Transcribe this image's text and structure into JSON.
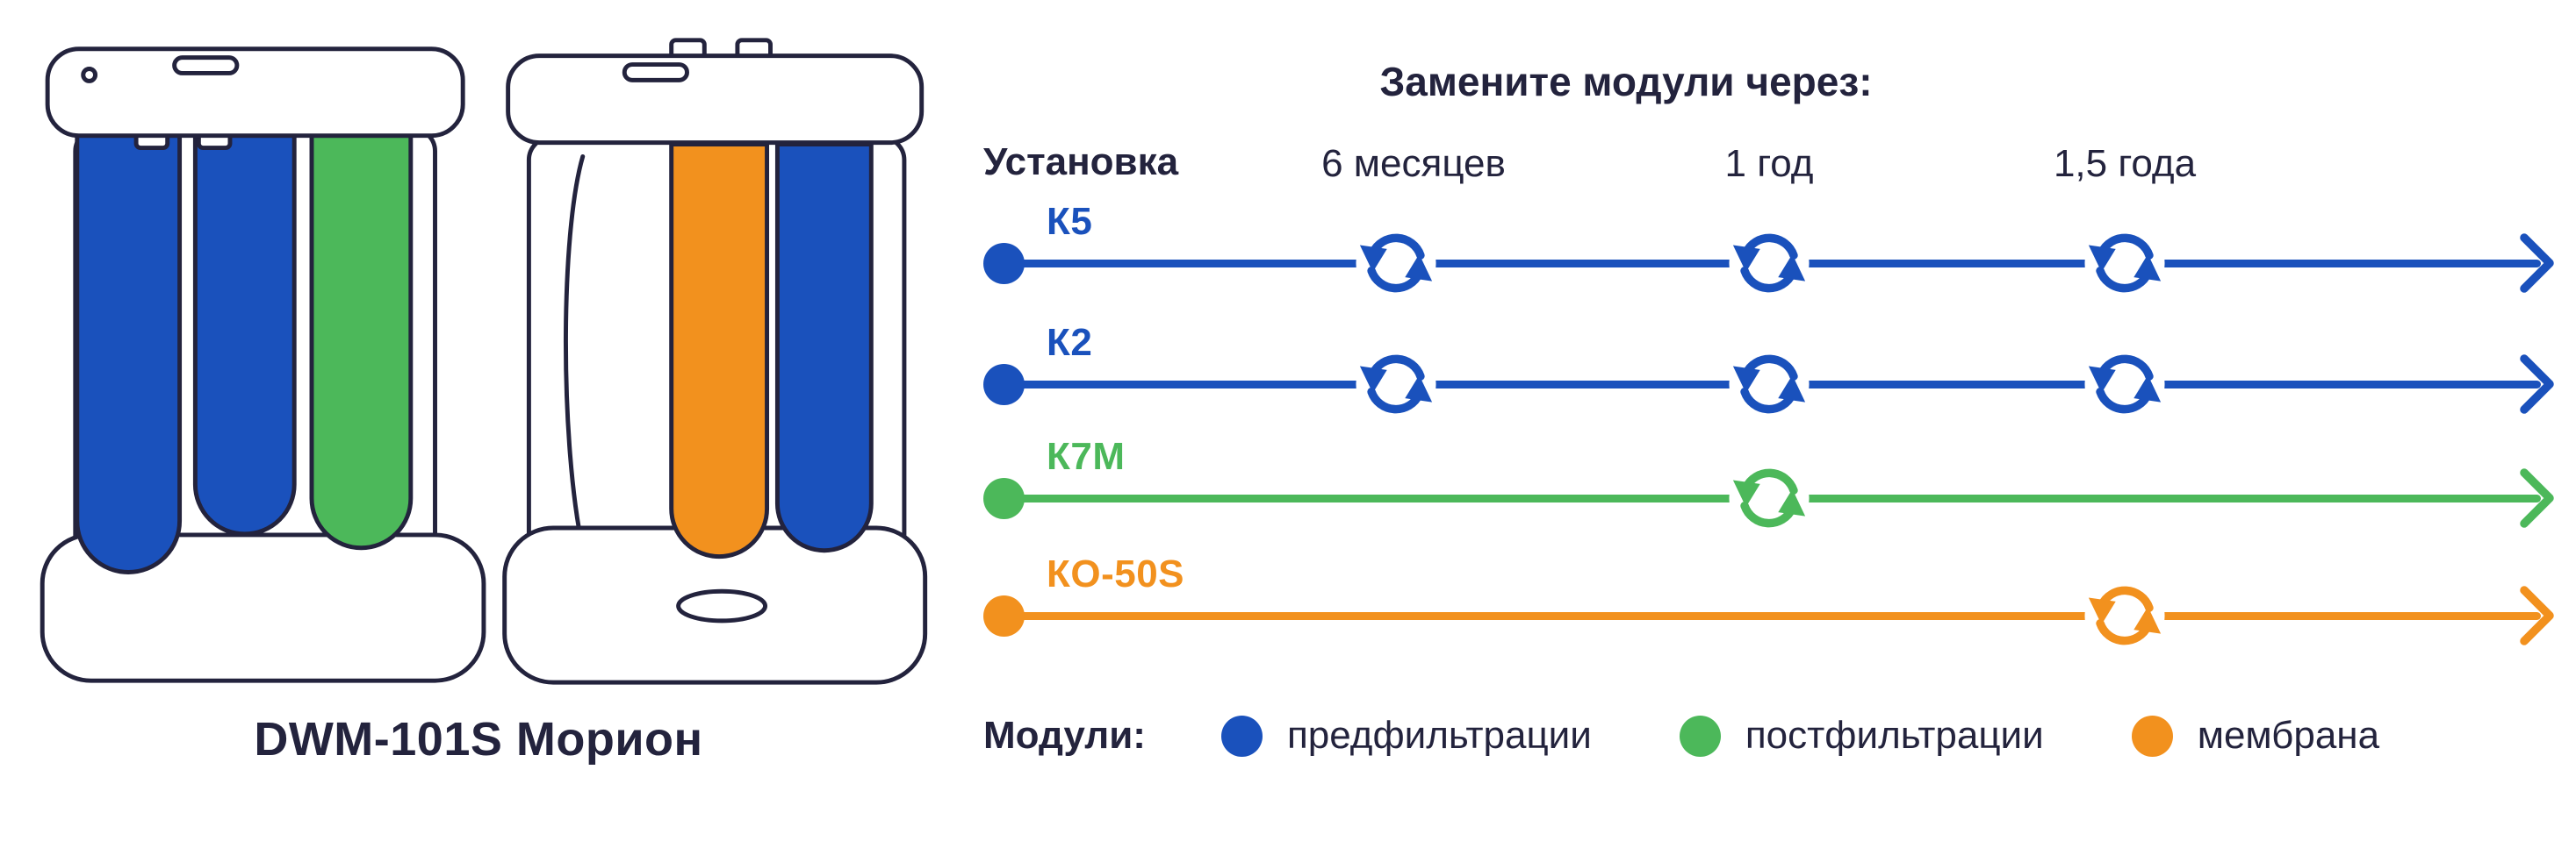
{
  "colors": {
    "blue": "#1a51bc",
    "green": "#4cb85a",
    "orange": "#f2911e",
    "ink": "#23233d"
  },
  "icons": {
    "replace": "sync-circular-arrows-icon",
    "timeline_end": "chevron-right-icon",
    "timeline_start": "dot"
  },
  "device": {
    "caption": "DWM-101S Морион"
  },
  "timeline": {
    "title": "Замените модули через:",
    "install_label": "Установка",
    "columns": [
      "6 месяцев",
      "1 год",
      "1,5 года"
    ],
    "rows": [
      {
        "label": "К5",
        "color": "#1a51bc",
        "replace_at": [
          "6 месяцев",
          "1 год",
          "1,5 года"
        ]
      },
      {
        "label": "К2",
        "color": "#1a51bc",
        "replace_at": [
          "6 месяцев",
          "1 год",
          "1,5 года"
        ]
      },
      {
        "label": "К7М",
        "color": "#4cb85a",
        "replace_at": [
          "1 год"
        ]
      },
      {
        "label": "КО-50S",
        "color": "#f2911e",
        "replace_at": [
          "1,5 года"
        ]
      }
    ]
  },
  "legend": {
    "title": "Модули:",
    "items": [
      {
        "label": "предфильтрации",
        "color": "#1a51bc"
      },
      {
        "label": "постфильтрации",
        "color": "#4cb85a"
      },
      {
        "label": "мембрана",
        "color": "#f2911e"
      }
    ]
  }
}
